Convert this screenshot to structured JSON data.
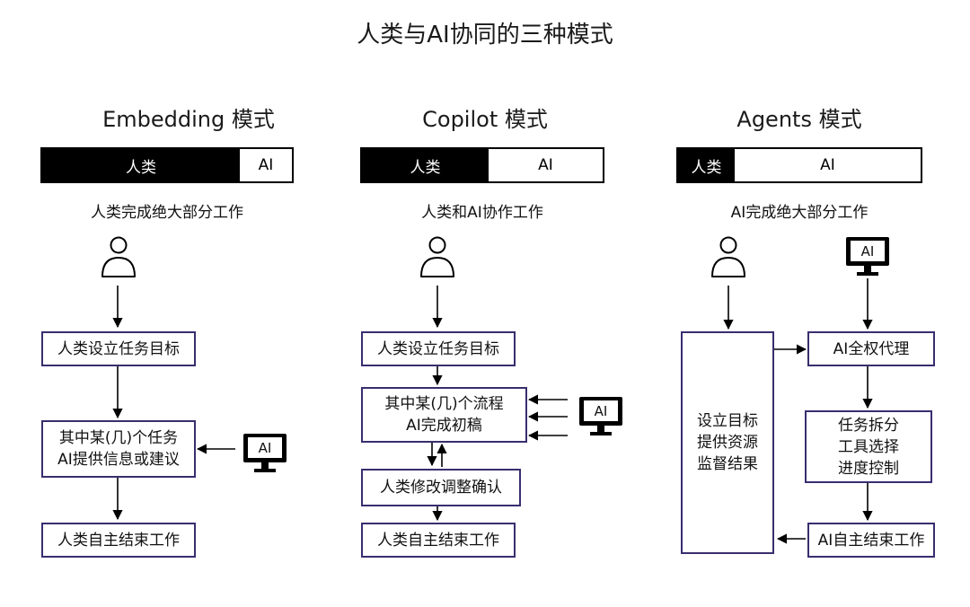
{
  "title": "人类与AI协同的三种模式",
  "columns": [
    {
      "title": "Embedding 模式",
      "bar": {
        "human": "人类",
        "ai": "AI",
        "human_share": 0.75
      },
      "caption": "人类完成绝大部分工作",
      "boxes": [
        "人类设立任务目标",
        "其中某(几)个任务\nAI提供信息或建议",
        "人类自主结束工作"
      ]
    },
    {
      "title": "Copilot 模式",
      "bar": {
        "human": "人类",
        "ai": "AI",
        "human_share": 0.5
      },
      "caption": "人类和AI协作工作",
      "boxes": [
        "人类设立任务目标",
        "其中某(几)个流程\nAI完成初稿",
        "人类修改调整确认",
        "人类自主结束工作"
      ]
    },
    {
      "title": "Agents 模式",
      "bar": {
        "human": "人类",
        "ai": "AI",
        "human_share": 0.22
      },
      "caption": "AI完成绝大部分工作",
      "boxes": [
        "设立目标\n提供资源\n监督结果",
        "AI全权代理",
        "任务拆分\n工具选择\n进度控制",
        "AI自主结束工作"
      ]
    }
  ],
  "monitor_label": "AI",
  "icons": [
    "person-icon",
    "monitor-icon"
  ],
  "colors": {
    "box_border": "#3a2d6e",
    "bar_fill": "#000000",
    "line": "#000000"
  }
}
